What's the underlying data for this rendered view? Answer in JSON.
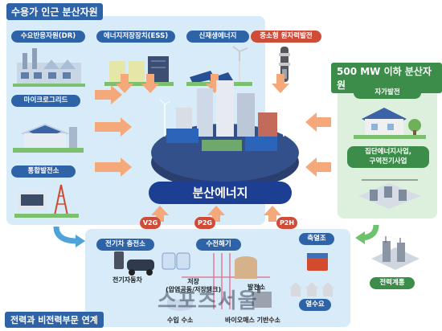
{
  "left_panel": {
    "title": "수용가 인근 분산자원",
    "items": [
      "수요반응자원(DR)",
      "에너지저장장치(ESS)",
      "신재생에너지",
      "마이크로그리드",
      "통합발전소"
    ]
  },
  "top_right_item": "중소형 원자력발전",
  "right_panel": {
    "title": "500 MW 이하 분산자원",
    "items": [
      "자가발전",
      "집단에너지사업,\n구역전기사업"
    ]
  },
  "grid_item": "전력계통",
  "center": {
    "label": "분산에너지"
  },
  "flow_labels": [
    "V2G",
    "P2G",
    "P2H"
  ],
  "bottom_panel": {
    "title": "전력과 비전력부문 연계",
    "categories": [
      "전기차 충전소",
      "수전해기",
      "축열조"
    ],
    "captions": [
      "전기자동차",
      "저장\n(압염공동/저장탱크)",
      "수입 수소",
      "바이오매스 기반수소",
      "열수요",
      "발전소"
    ]
  },
  "watermark": "스포츠서울",
  "colors": {
    "blue": "#2f63a8",
    "green": "#3d8d4a",
    "red": "#cf4d38",
    "orange": "#f5a97a",
    "navy": "#1c3f94"
  }
}
